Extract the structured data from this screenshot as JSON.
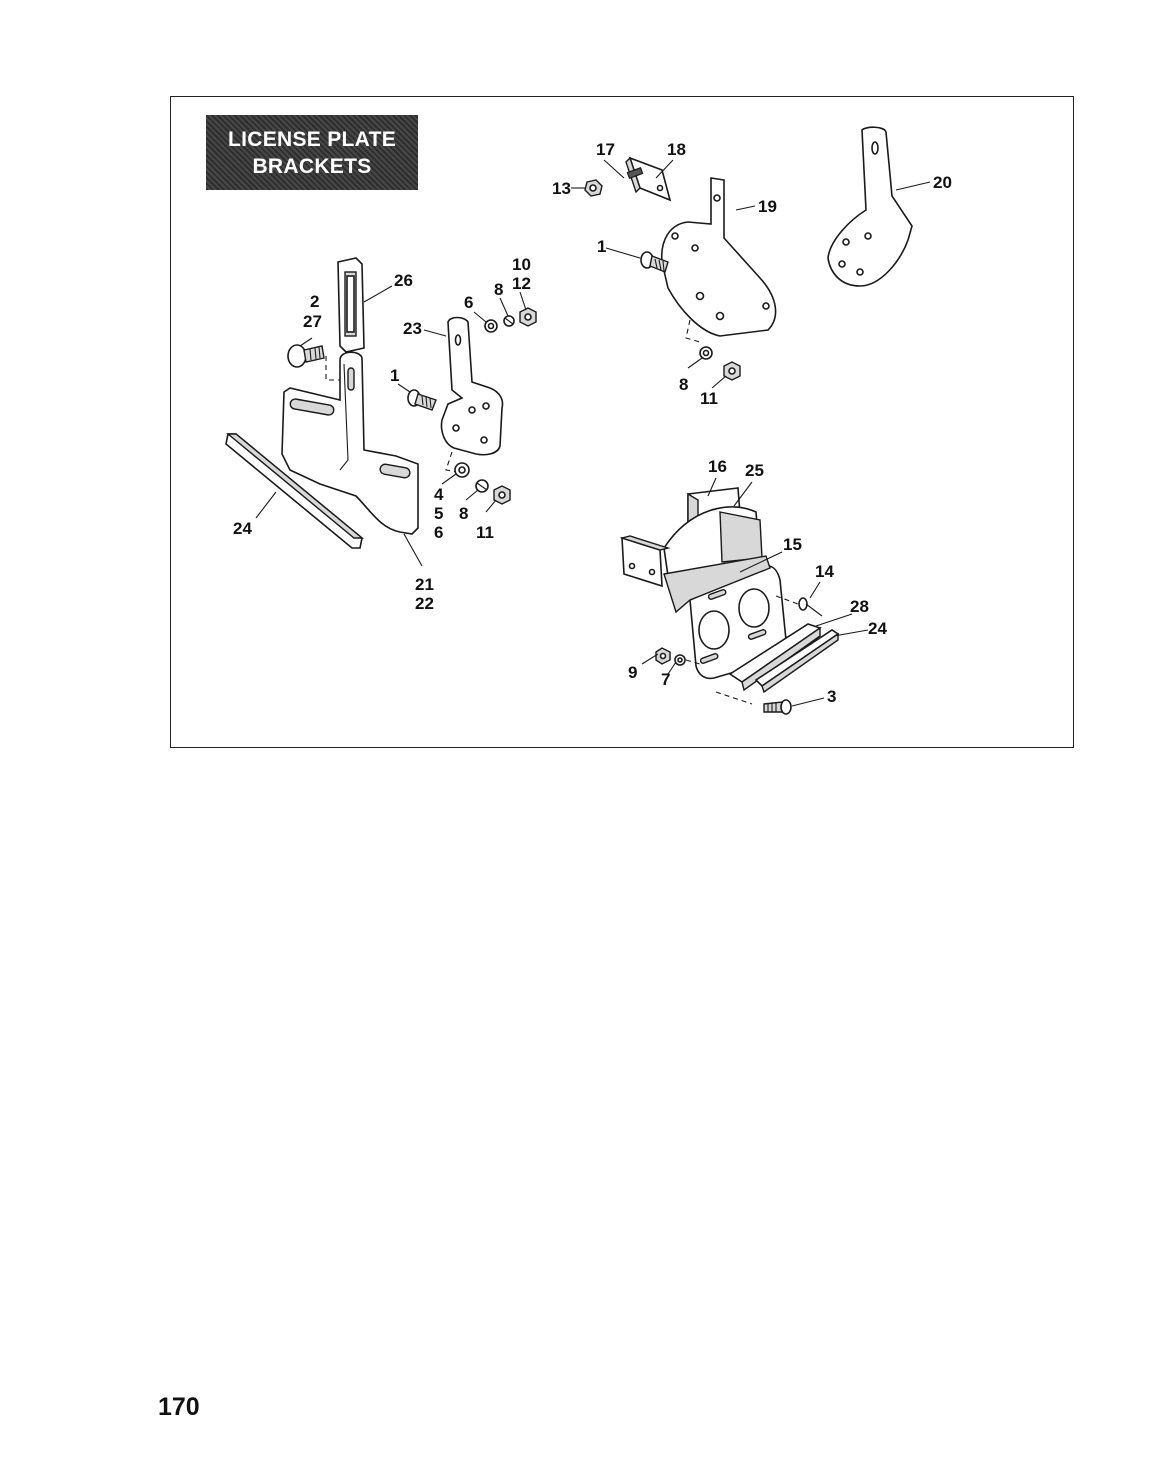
{
  "diagram": {
    "title_line1": "LICENSE PLATE",
    "title_line2": "BRACKETS",
    "callouts": {
      "c17": "17",
      "c18": "18",
      "c13": "13",
      "c19": "19",
      "c20": "20",
      "c1_top": "1",
      "c8_top": "8",
      "c11_top": "11",
      "c10": "10",
      "c12": "12",
      "c8_mid": "8",
      "c6_mid": "6",
      "c26": "26",
      "c2": "2",
      "c27": "27",
      "c23": "23",
      "c1_mid": "1",
      "c4": "4",
      "c5": "5",
      "c6_low": "6",
      "c8_low": "8",
      "c11_low": "11",
      "c24_left": "24",
      "c21": "21",
      "c22": "22",
      "c16": "16",
      "c25": "25",
      "c15": "15",
      "c14": "14",
      "c28": "28",
      "c24_right": "24",
      "c9": "9",
      "c7": "7",
      "c3": "3"
    }
  },
  "page_number": "170"
}
